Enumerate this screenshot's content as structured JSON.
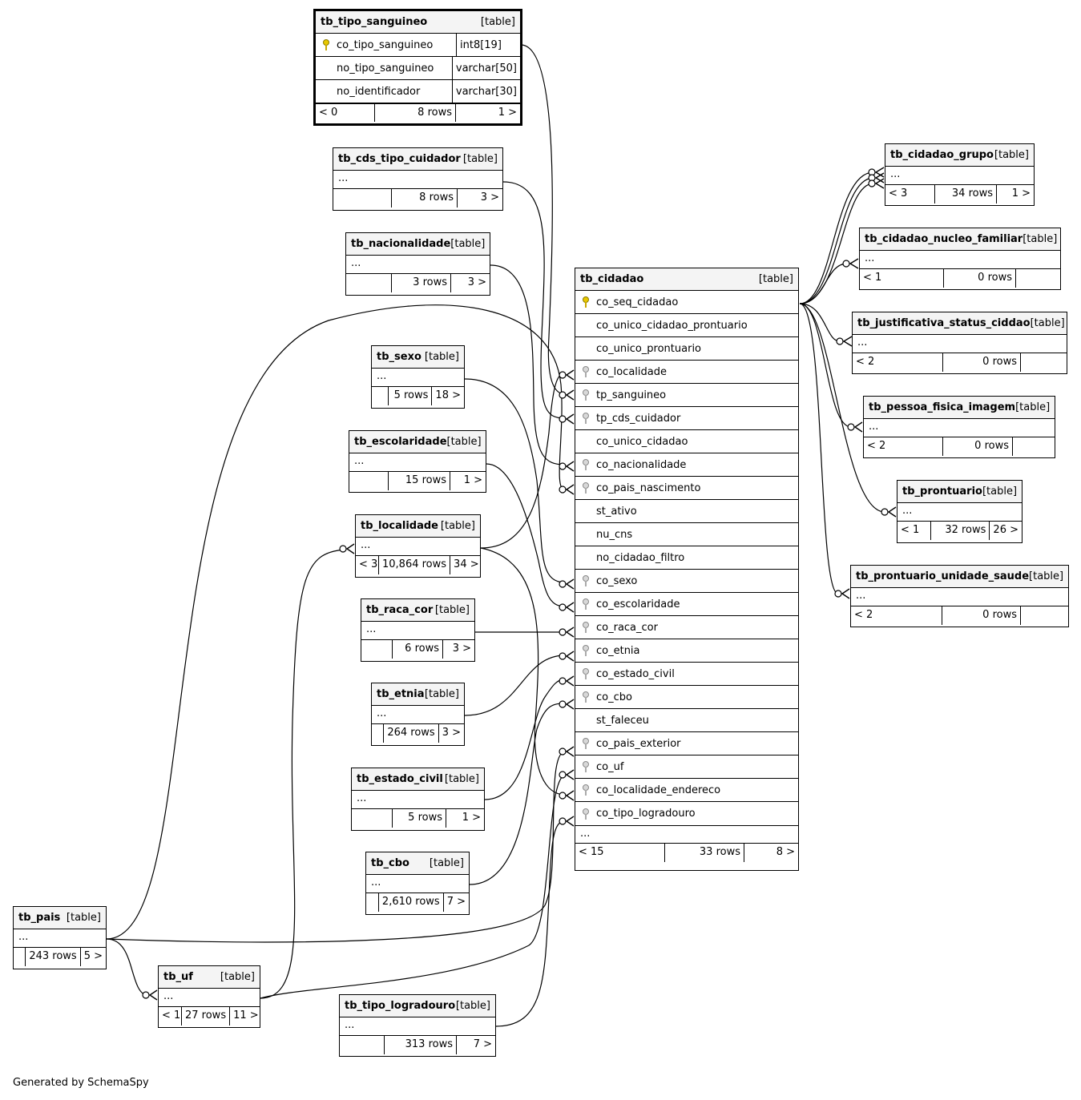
{
  "footer": {
    "generated_label": "Generated by SchemaSpy"
  },
  "tables": {
    "tb_tipo_sanguineo": {
      "name": "tb_tipo_sanguineo",
      "type": "[table]",
      "columns": [
        {
          "name": "co_tipo_sanguineo",
          "type": "int8[19]"
        },
        {
          "name": "no_tipo_sanguineo",
          "type": "varchar[50]"
        },
        {
          "name": "no_identificador",
          "type": "varchar[30]"
        }
      ],
      "footer": {
        "left": "< 0",
        "rows": "8 rows",
        "right": "1 >"
      }
    },
    "tb_cds_tipo_cuidador": {
      "name": "tb_cds_tipo_cuidador",
      "type": "[table]",
      "ellipsis": "...",
      "footer": {
        "left": "",
        "rows": "8 rows",
        "right": "3 >"
      }
    },
    "tb_nacionalidade": {
      "name": "tb_nacionalidade",
      "type": "[table]",
      "ellipsis": "...",
      "footer": {
        "left": "",
        "rows": "3 rows",
        "right": "3 >"
      }
    },
    "tb_sexo": {
      "name": "tb_sexo",
      "type": "[table]",
      "ellipsis": "...",
      "footer": {
        "left": "",
        "rows": "5 rows",
        "right": "18 >"
      }
    },
    "tb_escolaridade": {
      "name": "tb_escolaridade",
      "type": "[table]",
      "ellipsis": "...",
      "footer": {
        "left": "",
        "rows": "15 rows",
        "right": "1 >"
      }
    },
    "tb_localidade": {
      "name": "tb_localidade",
      "type": "[table]",
      "ellipsis": "...",
      "footer": {
        "left": "< 3",
        "rows": "10,864 rows",
        "right": "34 >"
      }
    },
    "tb_raca_cor": {
      "name": "tb_raca_cor",
      "type": "[table]",
      "ellipsis": "...",
      "footer": {
        "left": "",
        "rows": "6 rows",
        "right": "3 >"
      }
    },
    "tb_etnia": {
      "name": "tb_etnia",
      "type": "[table]",
      "ellipsis": "...",
      "footer": {
        "left": "",
        "rows": "264 rows",
        "right": "3 >"
      }
    },
    "tb_estado_civil": {
      "name": "tb_estado_civil",
      "type": "[table]",
      "ellipsis": "...",
      "footer": {
        "left": "",
        "rows": "5 rows",
        "right": "1 >"
      }
    },
    "tb_cbo": {
      "name": "tb_cbo",
      "type": "[table]",
      "ellipsis": "...",
      "footer": {
        "left": "",
        "rows": "2,610 rows",
        "right": "7 >"
      }
    },
    "tb_pais": {
      "name": "tb_pais",
      "type": "[table]",
      "ellipsis": "...",
      "footer": {
        "left": "",
        "rows": "243 rows",
        "right": "5 >"
      }
    },
    "tb_uf": {
      "name": "tb_uf",
      "type": "[table]",
      "ellipsis": "...",
      "footer": {
        "left": "< 1",
        "rows": "27 rows",
        "right": "11 >"
      }
    },
    "tb_tipo_logradouro": {
      "name": "tb_tipo_logradouro",
      "type": "[table]",
      "ellipsis": "...",
      "footer": {
        "left": "",
        "rows": "313 rows",
        "right": "7 >"
      }
    },
    "tb_cidadao": {
      "name": "tb_cidadao",
      "type": "[table]",
      "columns": [
        {
          "name": "co_seq_cidadao",
          "key": "pk"
        },
        {
          "name": "co_unico_cidadao_prontuario",
          "key": ""
        },
        {
          "name": "co_unico_prontuario",
          "key": ""
        },
        {
          "name": "co_localidade",
          "key": "fk"
        },
        {
          "name": "tp_sanguineo",
          "key": "fk"
        },
        {
          "name": "tp_cds_cuidador",
          "key": "fk"
        },
        {
          "name": "co_unico_cidadao",
          "key": ""
        },
        {
          "name": "co_nacionalidade",
          "key": "fk"
        },
        {
          "name": "co_pais_nascimento",
          "key": "fk"
        },
        {
          "name": "st_ativo",
          "key": ""
        },
        {
          "name": "nu_cns",
          "key": ""
        },
        {
          "name": "no_cidadao_filtro",
          "key": ""
        },
        {
          "name": "co_sexo",
          "key": "fk"
        },
        {
          "name": "co_escolaridade",
          "key": "fk"
        },
        {
          "name": "co_raca_cor",
          "key": "fk"
        },
        {
          "name": "co_etnia",
          "key": "fk"
        },
        {
          "name": "co_estado_civil",
          "key": "fk"
        },
        {
          "name": "co_cbo",
          "key": "fk"
        },
        {
          "name": "st_faleceu",
          "key": ""
        },
        {
          "name": "co_pais_exterior",
          "key": "fk"
        },
        {
          "name": "co_uf",
          "key": "fk"
        },
        {
          "name": "co_localidade_endereco",
          "key": "fk"
        },
        {
          "name": "co_tipo_logradouro",
          "key": "fk"
        }
      ],
      "ellipsis": "...",
      "footer": {
        "left": "< 15",
        "rows": "33 rows",
        "right": "8 >"
      }
    },
    "tb_cidadao_grupo": {
      "name": "tb_cidadao_grupo",
      "type": "[table]",
      "ellipsis": "...",
      "footer": {
        "left": "< 3",
        "rows": "34 rows",
        "right": "1 >"
      }
    },
    "tb_cidadao_nucleo_familiar": {
      "name": "tb_cidadao_nucleo_familiar",
      "type": "[table]",
      "ellipsis": "...",
      "footer": {
        "left": "< 1",
        "rows": "0 rows",
        "right": ""
      }
    },
    "tb_justificativa_status_ciddao": {
      "name": "tb_justificativa_status_ciddao",
      "type": "[table]",
      "ellipsis": "...",
      "footer": {
        "left": "< 2",
        "rows": "0 rows",
        "right": ""
      }
    },
    "tb_pessoa_fisica_imagem": {
      "name": "tb_pessoa_fisica_imagem",
      "type": "[table]",
      "ellipsis": "...",
      "footer": {
        "left": "< 2",
        "rows": "0 rows",
        "right": ""
      }
    },
    "tb_prontuario": {
      "name": "tb_prontuario",
      "type": "[table]",
      "ellipsis": "...",
      "footer": {
        "left": "< 1",
        "rows": "32 rows",
        "right": "26 >"
      }
    },
    "tb_prontuario_unidade_saude": {
      "name": "tb_prontuario_unidade_saude",
      "type": "[table]",
      "ellipsis": "...",
      "footer": {
        "left": "< 2",
        "rows": "0 rows",
        "right": ""
      }
    }
  }
}
